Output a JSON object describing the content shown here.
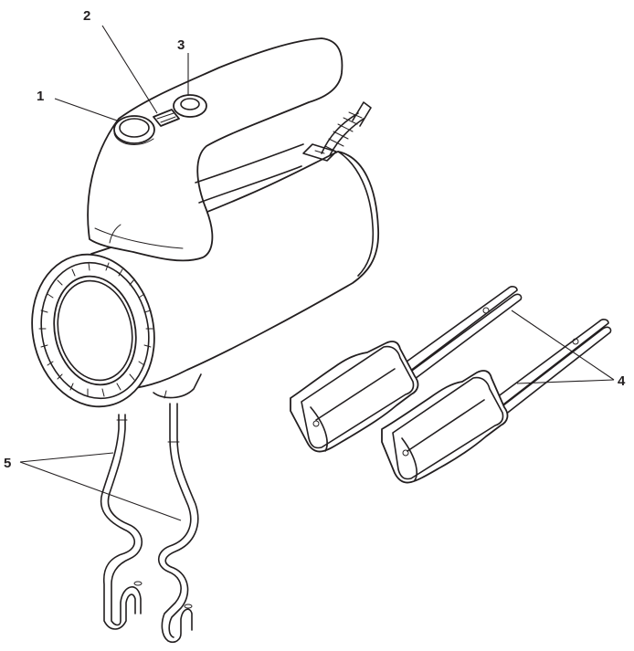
{
  "callouts": [
    {
      "id": "1",
      "text": "1"
    },
    {
      "id": "2",
      "text": "2"
    },
    {
      "id": "3",
      "text": "3"
    },
    {
      "id": "4",
      "text": "4"
    },
    {
      "id": "5",
      "text": "5"
    }
  ],
  "colors": {
    "line": "#231f20",
    "background": "#ffffff"
  }
}
